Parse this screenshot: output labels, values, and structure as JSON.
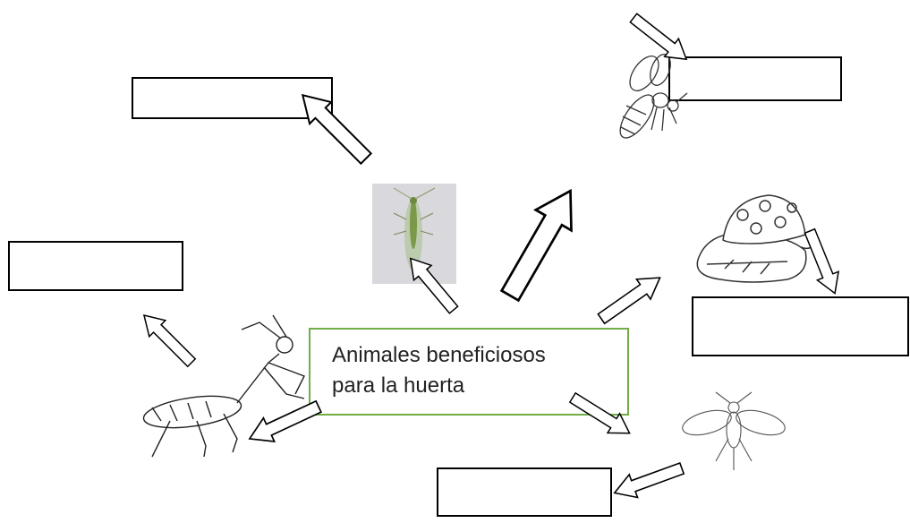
{
  "title": "Animales beneficiosos\npara la huerta",
  "answer_boxes": [
    {
      "name": "answer-box-lacewing",
      "value": ""
    },
    {
      "name": "answer-box-wasp",
      "value": ""
    },
    {
      "name": "answer-box-ladybug",
      "value": ""
    },
    {
      "name": "answer-box-mantis",
      "value": ""
    },
    {
      "name": "answer-box-small-wasp",
      "value": ""
    },
    {
      "name": "answer-box-left",
      "value": ""
    }
  ],
  "images": [
    {
      "name": "lacewing-photo",
      "kind": "green lacewing photo"
    },
    {
      "name": "wasp-drawing",
      "kind": "wasp"
    },
    {
      "name": "ladybug-drawing",
      "kind": "ladybug on leaf"
    },
    {
      "name": "mantis-drawing",
      "kind": "praying mantis"
    },
    {
      "name": "parasitoid-wasp-drawing",
      "kind": "small winged insect"
    }
  ]
}
